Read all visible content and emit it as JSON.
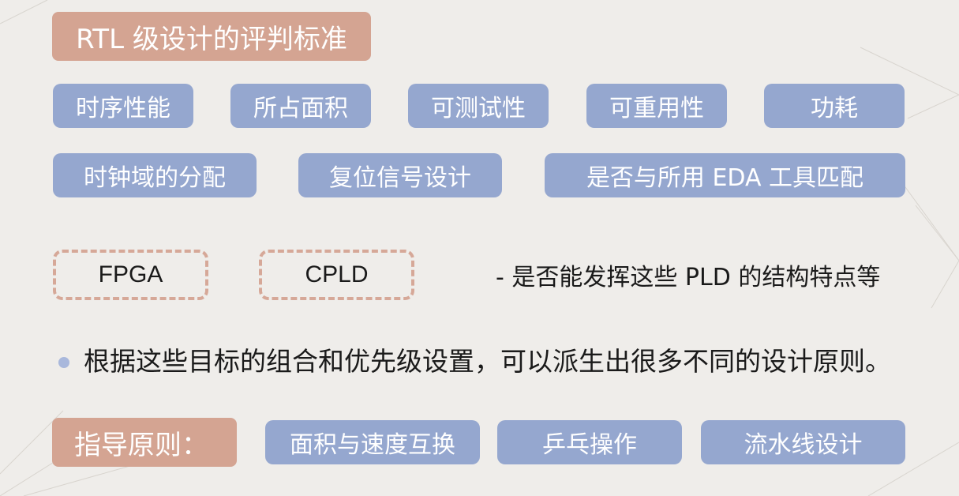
{
  "title": "RTL 级设计的评判标准",
  "criteria_row1": [
    "时序性能",
    "所占面积",
    "可测试性",
    "可重用性",
    "功耗"
  ],
  "criteria_row2": [
    "时钟域的分配",
    "复位信号设计",
    "是否与所用 EDA 工具匹配"
  ],
  "devices": [
    "FPGA",
    "CPLD"
  ],
  "device_note": "- 是否能发挥这些 PLD 的结构特点等",
  "bullet": "根据这些目标的组合和优先级设置，可以派生出很多不同的设计原则。",
  "guide": {
    "label": "指导原则：",
    "items": [
      "面积与速度互换",
      "乒乓操作",
      "流水线设计"
    ]
  },
  "colors": {
    "accent_salmon": "#d4a492",
    "accent_blue": "#95a7cf",
    "background": "#efedea"
  }
}
